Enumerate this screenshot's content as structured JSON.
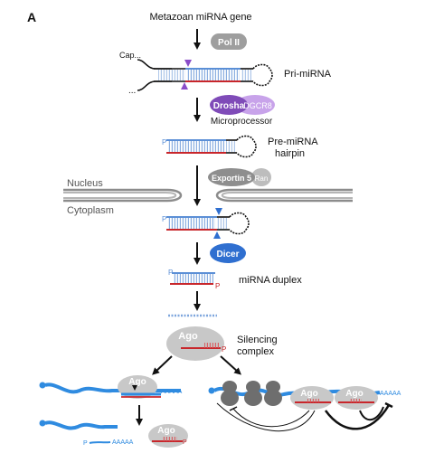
{
  "panel_label": "A",
  "title": "Metazoan miRNA gene",
  "pol_label": "Pol II",
  "cap_label": "Cap...",
  "tail_label": "...",
  "pri_mirna_label": "Pri-miRNA",
  "drosha_label": "Drosha",
  "dgcr8_label": "DGCR8",
  "microprocessor_label": "Microprocessor",
  "pre_mirna_label_1": "Pre-miRNA",
  "pre_mirna_label_2": "hairpin",
  "exportin_label": "Exportin 5",
  "ran_label": "Ran",
  "nucleus_label": "Nucleus",
  "cytoplasm_label": "Cytoplasm",
  "dicer_label": "Dicer",
  "duplex_label": "miRNA duplex",
  "p_label": "P",
  "ago_label": "Ago",
  "silencing_label_1": "Silencing",
  "silencing_label_2": "complex",
  "polya_label": "AAAAA",
  "colors": {
    "guide_red": "#c8262b",
    "passenger_blue": "#5b8fd6",
    "mrna_blue": "#2f8be0",
    "drosha_purple": "#7f4bb8",
    "dgcr8_purple": "#c8a3ea",
    "dicer_blue": "#2f6fd0",
    "pol_grey": "#9e9e9e",
    "ago_grey": "#c8c8c8",
    "membrane_grey": "#8c8c8c",
    "cleave_purple": "#8a4cc8"
  }
}
